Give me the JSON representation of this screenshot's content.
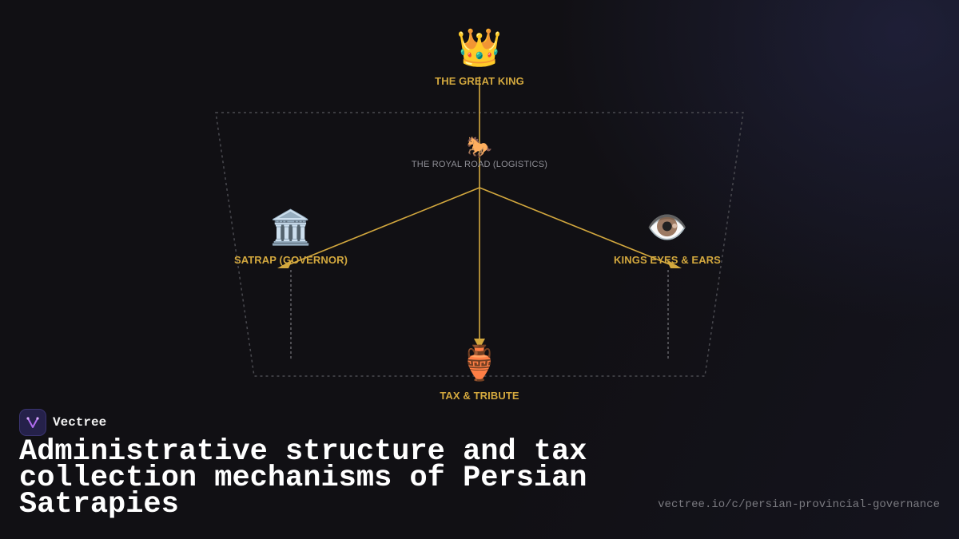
{
  "diagram": {
    "nodes": {
      "king": {
        "icon": "crown-icon",
        "glyph": "👑",
        "label": "THE GREAT KING"
      },
      "road": {
        "icon": "horse-icon",
        "glyph": "🐎",
        "label": "THE ROYAL ROAD (LOGISTICS)"
      },
      "satrap": {
        "icon": "classical-building-icon",
        "glyph": "🏛️",
        "label": "SATRAP (GOVERNOR)"
      },
      "eyes": {
        "icon": "eye-icon",
        "glyph": "👁️",
        "label": "KINGS EYES & EARS"
      },
      "tax": {
        "icon": "amphora-icon",
        "glyph": "🏺",
        "label": "TAX & TRIBUTE"
      }
    },
    "colors": {
      "accent": "#d3a83e",
      "frame": "#4a4a50",
      "muted": "#8f8f96"
    }
  },
  "brand": {
    "name": "Vectree",
    "logo_icon": "vectree-logo-icon"
  },
  "title": "Administrative structure and tax collection mechanisms of Persian Satrapies",
  "url": "vectree.io/c/persian-provincial-governance"
}
